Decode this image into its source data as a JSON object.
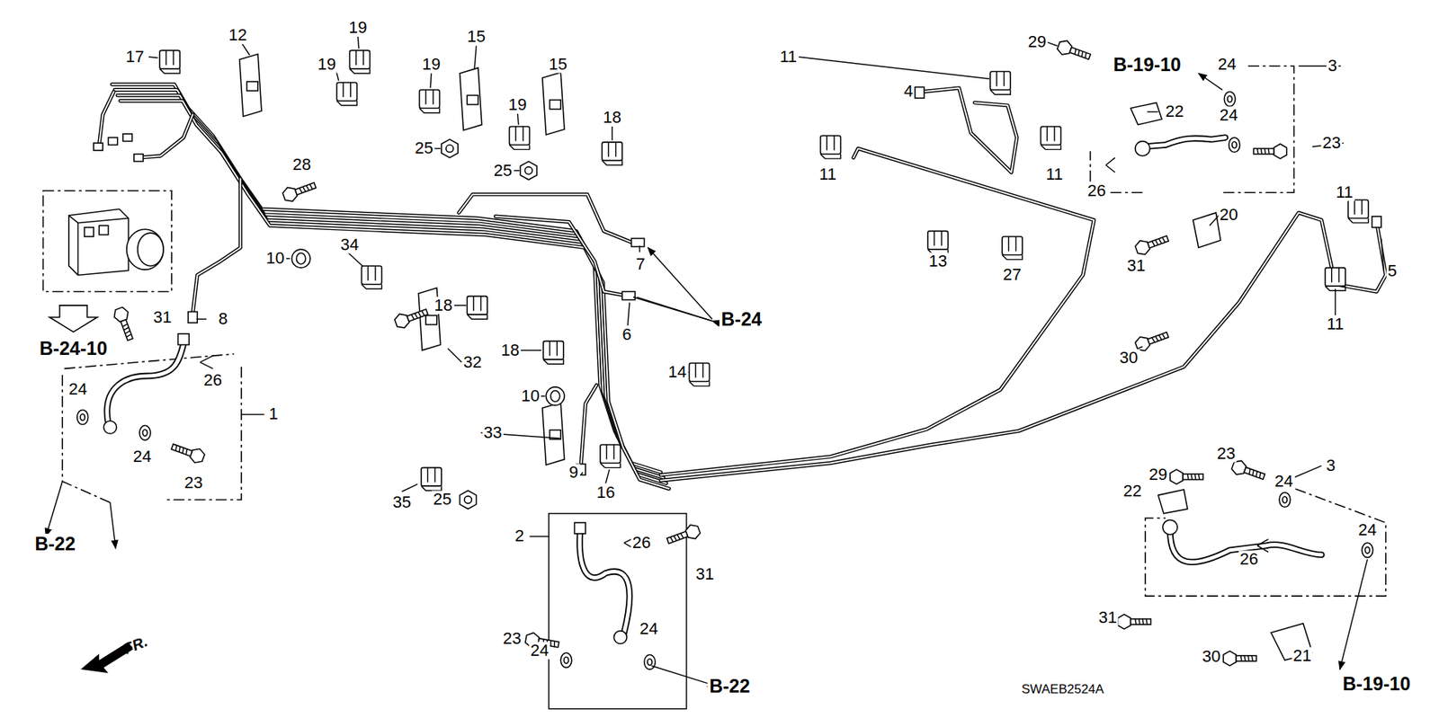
{
  "diagram": {
    "labels": [
      "17",
      "12",
      "19",
      "19",
      "19",
      "15",
      "19",
      "15",
      "18",
      "28",
      "25",
      "25",
      "11",
      "4",
      "29",
      "B-19-10",
      "24",
      "3",
      "22",
      "24",
      "11",
      "11",
      "26",
      "23",
      "11",
      "13",
      "27",
      "31",
      "20",
      "5",
      "34",
      "10",
      "7",
      "B-24",
      "6",
      "18",
      "11",
      "31",
      "8",
      "B-24-10",
      "30",
      "32",
      "18",
      "14",
      "1",
      "26",
      "24",
      "24",
      "33",
      "10",
      "9",
      "16",
      "35",
      "25",
      "23",
      "B-22",
      "2",
      "26",
      "31",
      "3",
      "29",
      "23",
      "22",
      "24",
      "24",
      "26",
      "24",
      "23",
      "24",
      "B-22",
      "31",
      "30",
      "21",
      "B-19-10",
      "FR.",
      "SWAEB2524A"
    ]
  }
}
